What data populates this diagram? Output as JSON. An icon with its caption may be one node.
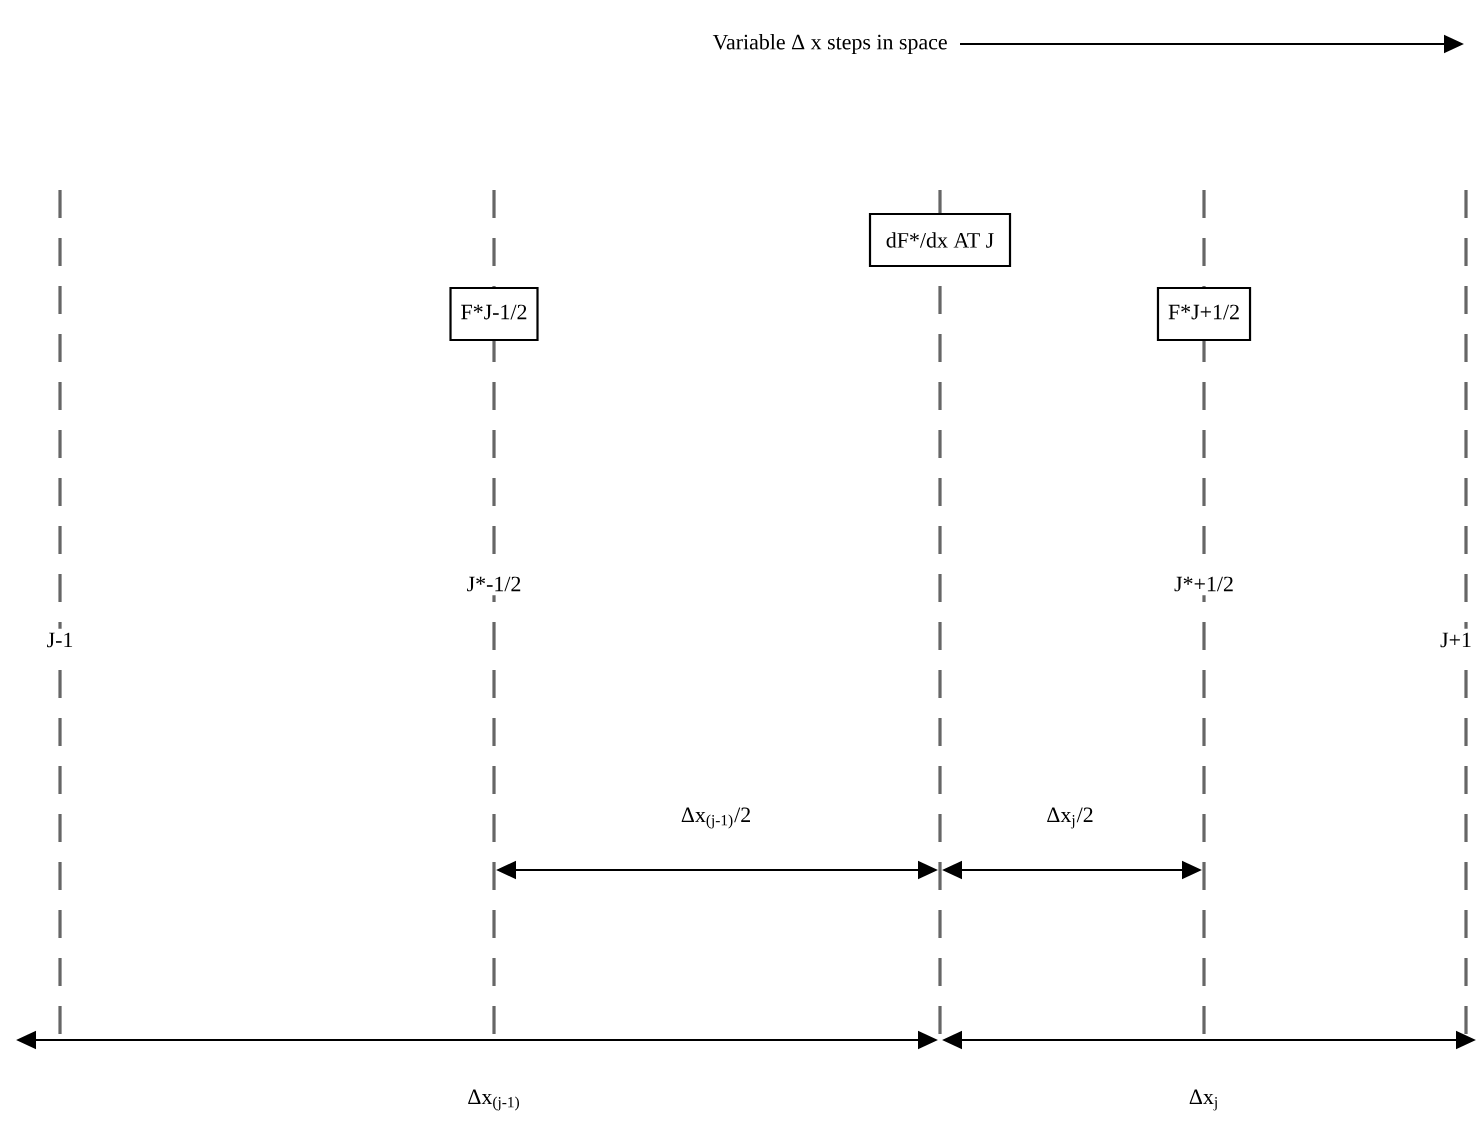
{
  "diagram": {
    "title": "Variable Δ x steps in space",
    "nodes": [
      {
        "text": [
          "F*J-1/2"
        ]
      },
      {
        "text": [
          "dF*/dx AT J"
        ]
      },
      {
        "text": [
          "F*J+1/2"
        ]
      }
    ],
    "labels": [
      "J-1",
      "J*-1/2",
      "J*+1/2",
      "J+1",
      "Δx$_{(j-1)}$/2",
      "Δx$_{j}$/2",
      "Δx$_{(j-1)}$",
      "Δx$_{j}$"
    ]
  }
}
